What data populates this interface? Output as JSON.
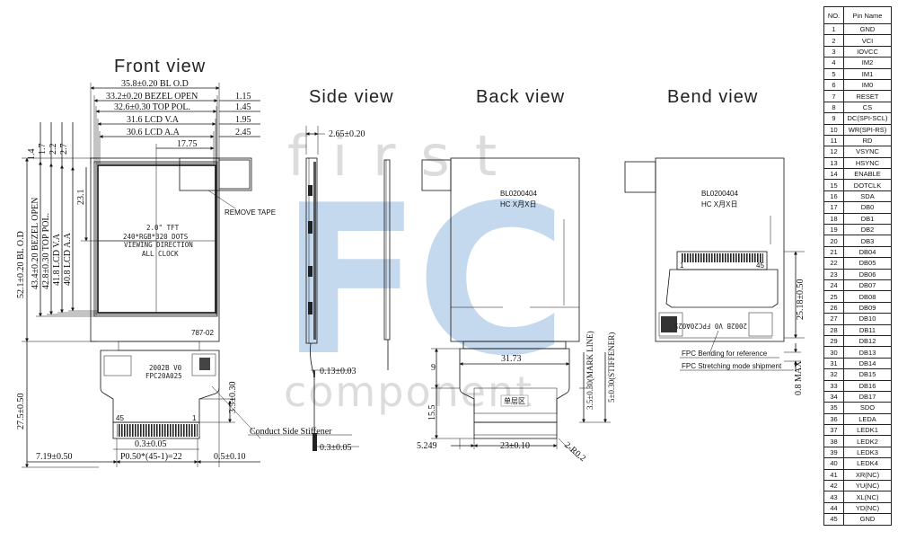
{
  "views": {
    "front": "Front  view",
    "side": "Side  view",
    "back": "Back  view",
    "bend": "Bend  view"
  },
  "watermark": {
    "top": "first",
    "middle": "FC",
    "bottom": "component"
  },
  "front": {
    "h_dims": [
      "35.8±0.20 BL O.D",
      "33.2±0.20 BEZEL OPEN",
      "32.6±0.30 TOP POL.",
      "31.6 LCD V.A",
      "30.6 LCD A.A"
    ],
    "right_offsets": [
      "1.15",
      "1.45",
      "1.95",
      "2.45"
    ],
    "center_dim": "17.75",
    "left_offsets": [
      "1.4",
      "1.7",
      "2.2",
      "2.7"
    ],
    "v_dims": [
      "52.1±0.20 BL O.D",
      "43.4±0.20 BEZEL OPEN",
      "42.8±0.30 TOP POL.",
      "41.8 LCD V.A",
      "40.8 LCD A.A"
    ],
    "center_v": "23.1",
    "lcd_text": [
      "2.0\" TFT",
      "240*RGB*320 DOTS",
      "VIEWING DIRECTION",
      "ALL CLOCK"
    ],
    "remove_tape": "REMOVE TAPE",
    "label_code": "787-02",
    "fpc_text": [
      "2002B V0",
      "FPC20A025"
    ],
    "fpc_height": "27.5±0.50",
    "stiff_h": "3.5±0.30",
    "conduct": "Conduct Side Stiffener",
    "pin_first": "45",
    "pin_last": "1",
    "pad_width": "0.3±0.05",
    "pitch": "P0.50*(45-1)=22",
    "left_edge": "7.19±0.50",
    "right_edge": "0.5±0.10"
  },
  "side": {
    "thickness": "2.65±0.20",
    "fpc_t": "0.13±0.03",
    "stiff_t": "0.3±0.05"
  },
  "back": {
    "label": [
      "BL0200404",
      "HC  X月X日"
    ],
    "w1": "31.73",
    "d9": "9",
    "d155": "15.5",
    "d5249": "5.249",
    "chip": "单层区",
    "w2": "23±0.10",
    "radius": "2-R0.2",
    "mark1": "3.5±0.30(MARK LINE)",
    "mark2": "5±0.30(STIFFENER)"
  },
  "bend": {
    "label": [
      "BL0200404",
      "HC  X月X日"
    ],
    "pin_left": "1",
    "pin_right": "45",
    "fpc_code": "2002B V0  FPC20A025",
    "d2518": "25.18±0.50",
    "note1": "FPC Bending for reference",
    "note2": "FPC Stretching mode shipment",
    "max": "0.8 MAX"
  },
  "pins": {
    "header_no": "NO.",
    "header_name": "Pin Name",
    "rows": [
      [
        "1",
        "GND"
      ],
      [
        "2",
        "VCI"
      ],
      [
        "3",
        "IOVCC"
      ],
      [
        "4",
        "IM2"
      ],
      [
        "5",
        "IM1"
      ],
      [
        "6",
        "IM0"
      ],
      [
        "7",
        "RESET"
      ],
      [
        "8",
        "CS"
      ],
      [
        "9",
        "DC(SPI-SCL)"
      ],
      [
        "10",
        "WR(SPI-RS)"
      ],
      [
        "11",
        "RD"
      ],
      [
        "12",
        "VSYNC"
      ],
      [
        "13",
        "HSYNC"
      ],
      [
        "14",
        "ENABLE"
      ],
      [
        "15",
        "DOTCLK"
      ],
      [
        "16",
        "SDA"
      ],
      [
        "17",
        "DB0"
      ],
      [
        "18",
        "DB1"
      ],
      [
        "19",
        "DB2"
      ],
      [
        "20",
        "DB3"
      ],
      [
        "21",
        "DB04"
      ],
      [
        "22",
        "DB05"
      ],
      [
        "23",
        "DB06"
      ],
      [
        "24",
        "DB07"
      ],
      [
        "25",
        "DB08"
      ],
      [
        "26",
        "DB09"
      ],
      [
        "27",
        "DB10"
      ],
      [
        "28",
        "DB11"
      ],
      [
        "29",
        "DB12"
      ],
      [
        "30",
        "DB13"
      ],
      [
        "31",
        "DB14"
      ],
      [
        "32",
        "DB15"
      ],
      [
        "33",
        "DB16"
      ],
      [
        "34",
        "DB17"
      ],
      [
        "35",
        "SDO"
      ],
      [
        "36",
        "LEDA"
      ],
      [
        "37",
        "LEDK1"
      ],
      [
        "38",
        "LEDK2"
      ],
      [
        "39",
        "LEDK3"
      ],
      [
        "40",
        "LEDK4"
      ],
      [
        "41",
        "XR(NC)"
      ],
      [
        "42",
        "YU(NC)"
      ],
      [
        "43",
        "XL(NC)"
      ],
      [
        "44",
        "YD(NC)"
      ],
      [
        "45",
        "GND"
      ]
    ]
  }
}
